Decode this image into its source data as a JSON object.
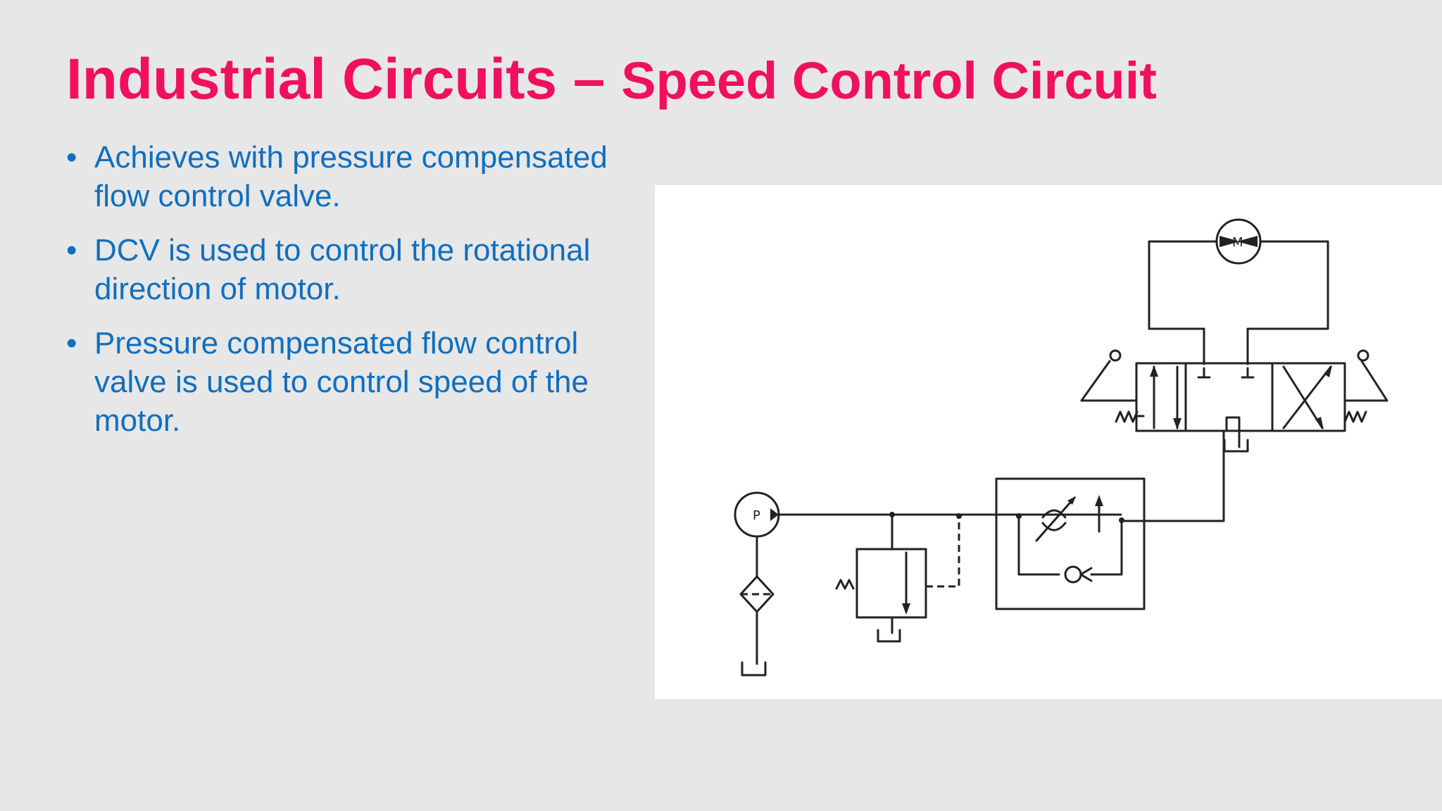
{
  "slide": {
    "title_main": "Industrial Circuits – ",
    "title_sub": "Speed Control Circuit",
    "bullets": [
      "Achieves with pressure compensated flow control valve.",
      "DCV is used to control the rotational direction of motor.",
      "Pressure compensated flow control valve is used to control speed of the motor."
    ],
    "bullet_glyph": "•"
  },
  "diagram": {
    "motor_label": "M",
    "pump_label": "P",
    "colors": {
      "title": "#f0105e",
      "text": "#0f6fbf",
      "background": "#e7e7e7",
      "figure_bg": "#ffffff"
    }
  }
}
